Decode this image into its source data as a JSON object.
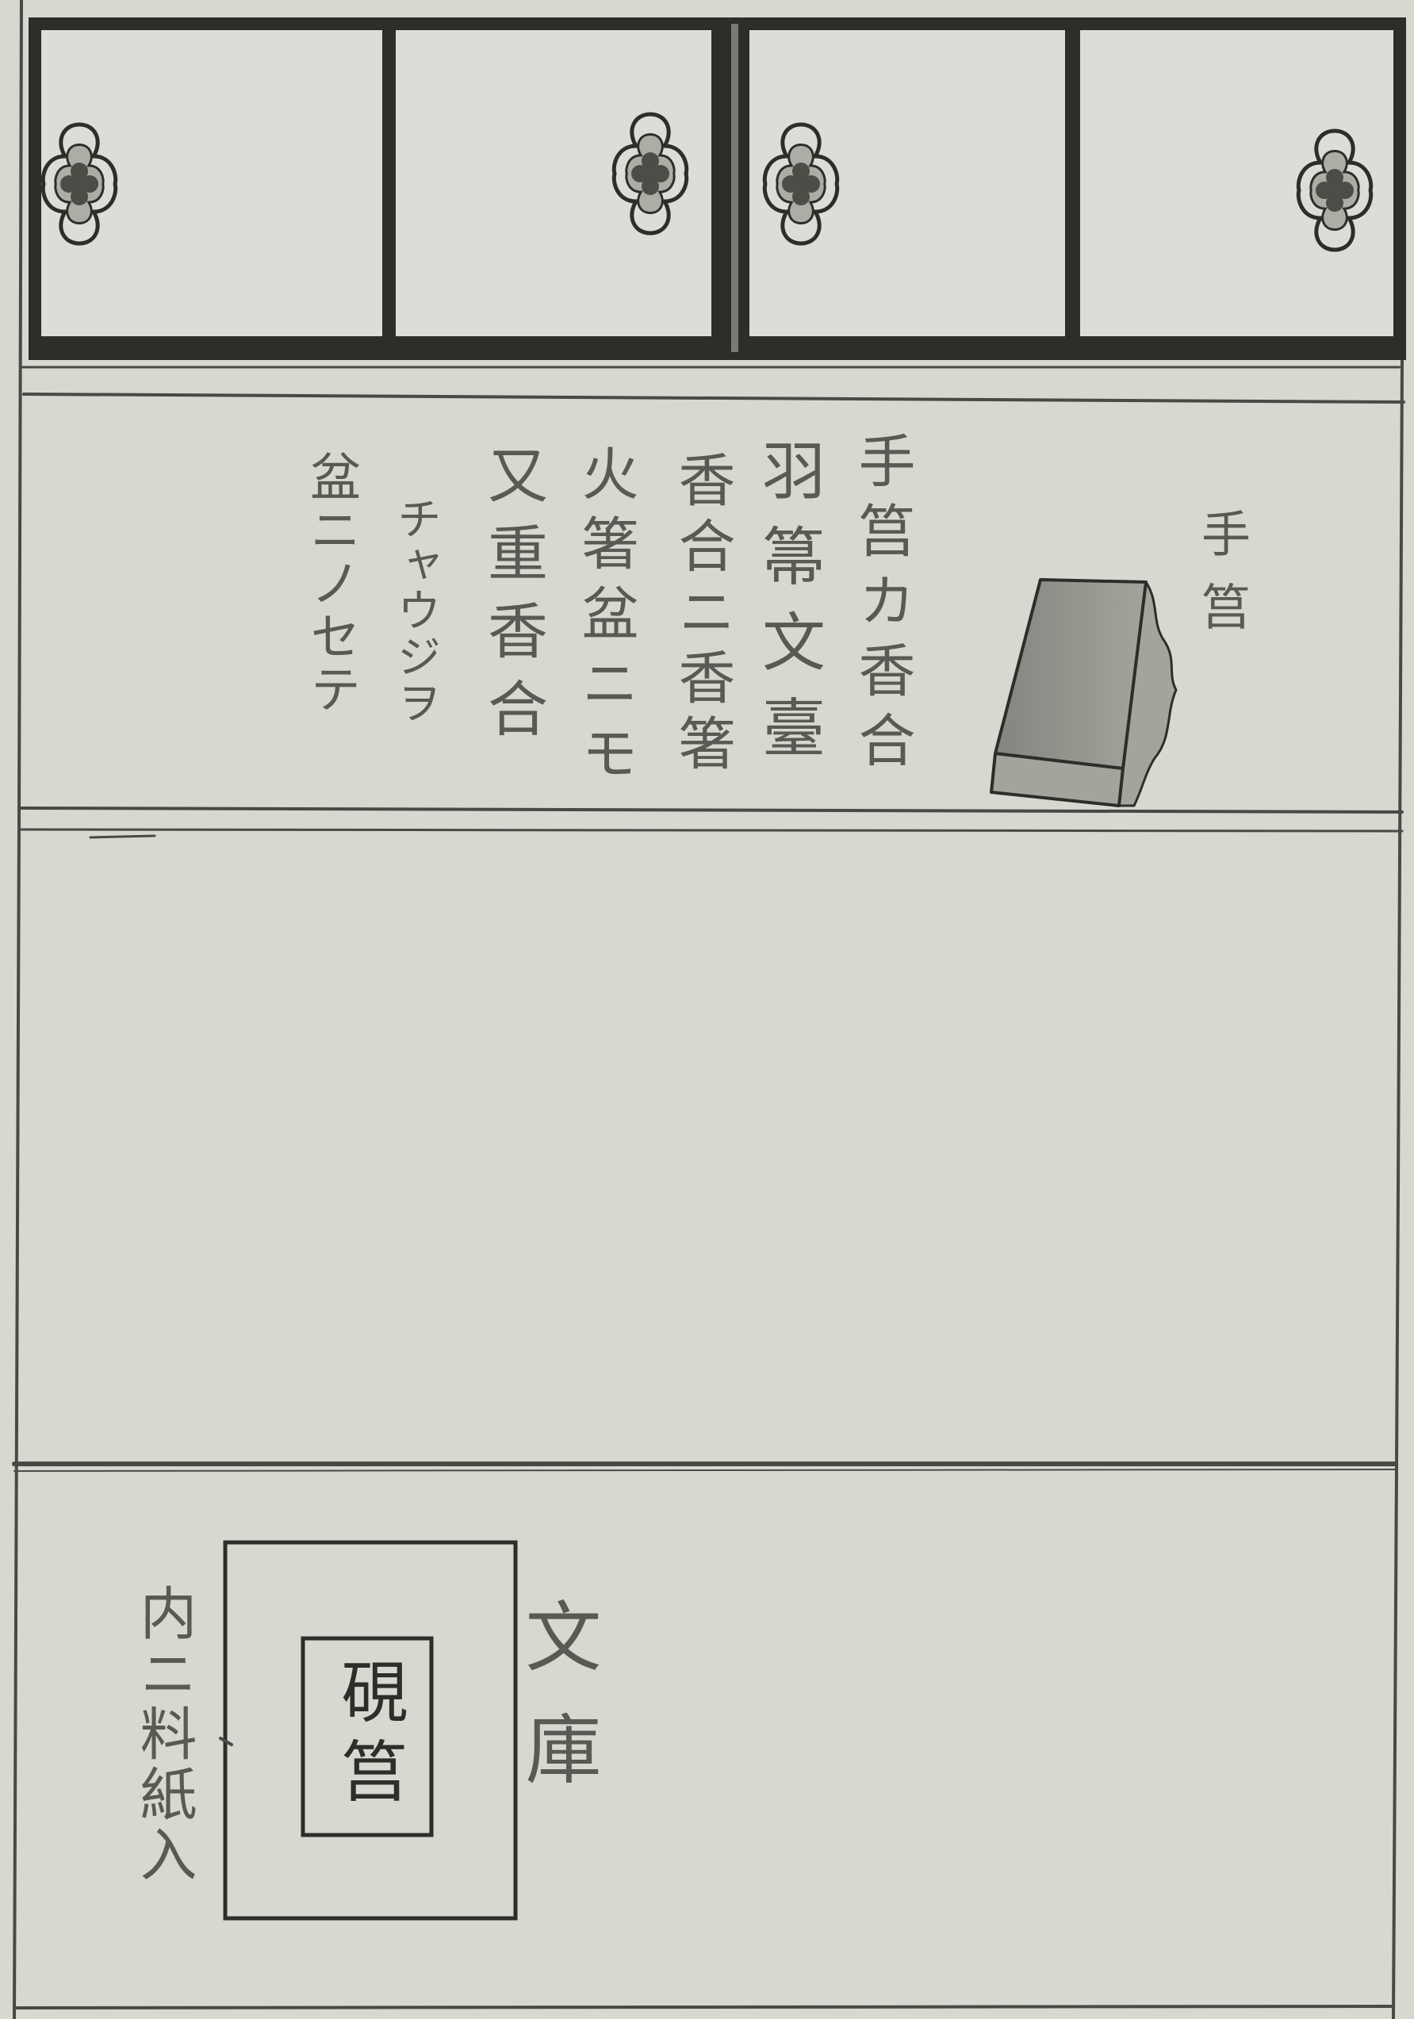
{
  "colors": {
    "paper": "#d7d8d0",
    "paper_light": "#dcddd6",
    "ink": "#2e2d2a",
    "line_ink": "#4a4945",
    "text_ink": "#5a5953",
    "box_fill": "#85847e",
    "box_side": "#a4a39c",
    "handle_inner": "#aeada5",
    "handle_core": "#4d4c47"
  },
  "icons": {
    "door_pull": "cloud-door-pull-icon"
  },
  "middle_shelf": {
    "box_label": "手筥",
    "notes": [
      "手筥カ香合",
      "羽箒文臺",
      "香合ニ香箸",
      "火箸盆ニモ",
      "又重香合",
      "チャウジヲ",
      "盆ニノセテ"
    ]
  },
  "lower_shelf": {
    "bunko_label": "文庫",
    "bunko_note": "内ニ料紙入",
    "suzuri_label": "硯筥"
  }
}
